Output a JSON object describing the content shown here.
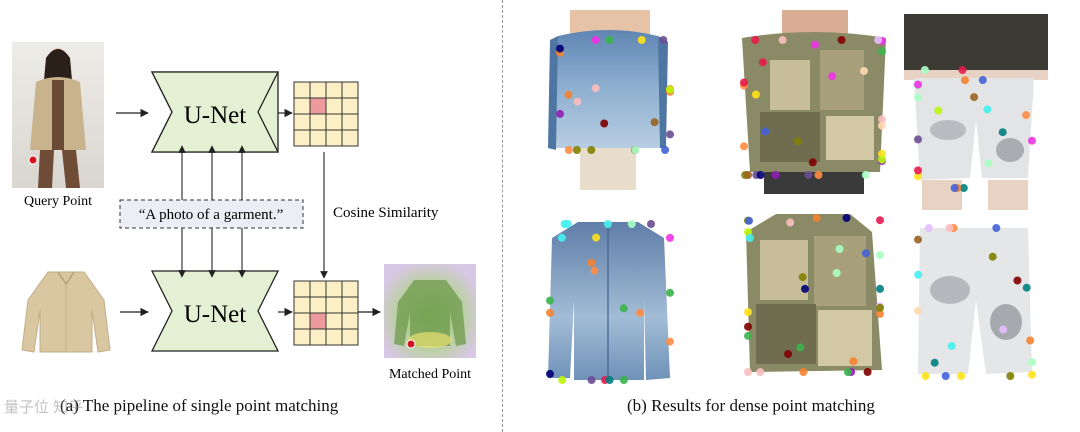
{
  "panel_a": {
    "unet_top_label": "U-Net",
    "unet_bottom_label": "U-Net",
    "prompt": "“A photo of a garment.”",
    "query_point_label": "Query Point",
    "cosine_label": "Cosine Similarity",
    "matched_point_label": "Matched Point",
    "caption": "(a) The pipeline of single point matching"
  },
  "panel_b": {
    "caption": "(b) Results for dense point matching"
  },
  "colors": {
    "unet_fill": "#e3f0d3",
    "grid_fill": "#fcefc6",
    "grid_highlight": "#ec9a9c",
    "point_red": "#d4141c"
  },
  "watermark": "量子位 知乎"
}
